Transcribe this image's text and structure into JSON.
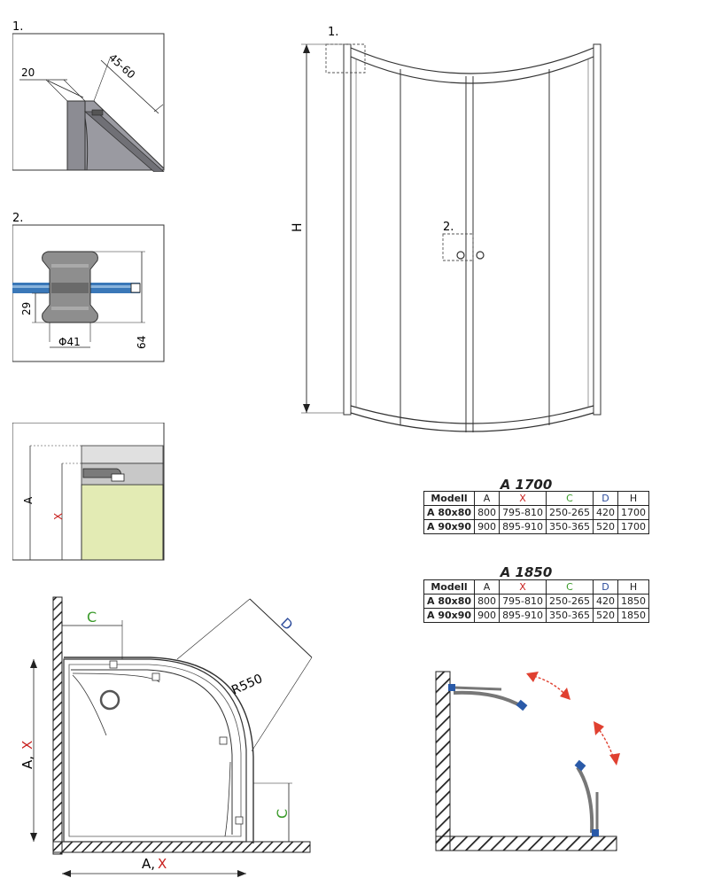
{
  "details": {
    "detail1": {
      "number": "1.",
      "dim_a": "20",
      "dim_b": "45-60"
    },
    "detail2": {
      "number": "2.",
      "dim_height": "29",
      "dim_diameter": "Φ41",
      "dim_total": "64"
    },
    "detail3": {
      "label_a": "A",
      "label_x": "X"
    }
  },
  "main_view": {
    "height_label": "H",
    "callout1": "1.",
    "callout2": "2."
  },
  "plan_view": {
    "label_c_top": "C",
    "label_d": "D",
    "label_radius": "R550",
    "label_ax_left_a": "A,",
    "label_ax_left_x": "X",
    "label_ax_bottom_a": "A,",
    "label_ax_bottom_x": "X",
    "label_c_right": "C"
  },
  "tables": [
    {
      "title": "A 1700",
      "headers": [
        "Modell",
        "A",
        "X",
        "C",
        "D",
        "H"
      ],
      "rows": [
        [
          "A 80x80",
          "800",
          "795-810",
          "250-265",
          "420",
          "1700"
        ],
        [
          "A 90x90",
          "900",
          "895-910",
          "350-365",
          "520",
          "1700"
        ]
      ]
    },
    {
      "title": "A 1850",
      "headers": [
        "Modell",
        "A",
        "X",
        "C",
        "D",
        "H"
      ],
      "rows": [
        [
          "A 80x80",
          "800",
          "795-810",
          "250-265",
          "420",
          "1850"
        ],
        [
          "A 90x90",
          "900",
          "895-910",
          "350-365",
          "520",
          "1850"
        ]
      ]
    }
  ],
  "colors": {
    "x_label": "#c8201e",
    "c_label": "#3a9a2a",
    "d_label": "#2a4a9a",
    "tray_fill": "#e3ebb4",
    "glass_rod": "#3a78b8",
    "door_arrow": "#e04030",
    "hinge_blue": "#2a5aa8"
  }
}
